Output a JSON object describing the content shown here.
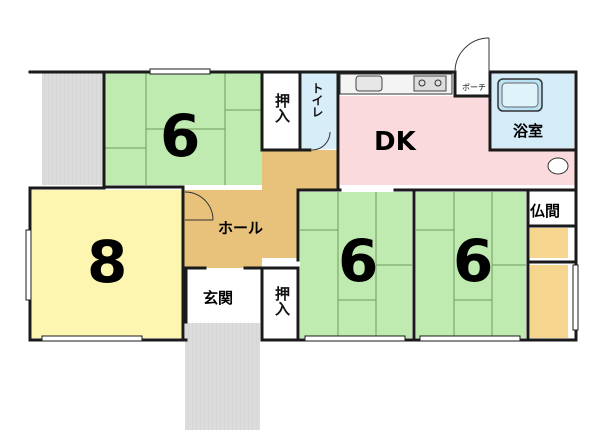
{
  "rooms": {
    "washitsu_top_label": "6",
    "yoma_label": "8",
    "washitsu_mid_label": "6",
    "washitsu_right_label": "6",
    "dk_label": "DK",
    "bath_label": "浴室",
    "toilet_label": "トイレ",
    "hall_label": "ホール",
    "entrance_label": "玄関",
    "closet_top_label": "押入",
    "closet_bottom_label": "押入",
    "butsuma_label": "仏間",
    "porch_label": "ポーチ"
  },
  "colors": {
    "tatami_green": "#bfeab0",
    "yoma_yellow": "#fdf6b0",
    "dk_pink": "#fadadd",
    "hall_tan": "#e8c27a",
    "bath_blue": "#d4ecf7",
    "toilet_blue": "#d7edf7",
    "veranda_gray": "#d9d9d9",
    "wall": "#1a1a1a"
  }
}
